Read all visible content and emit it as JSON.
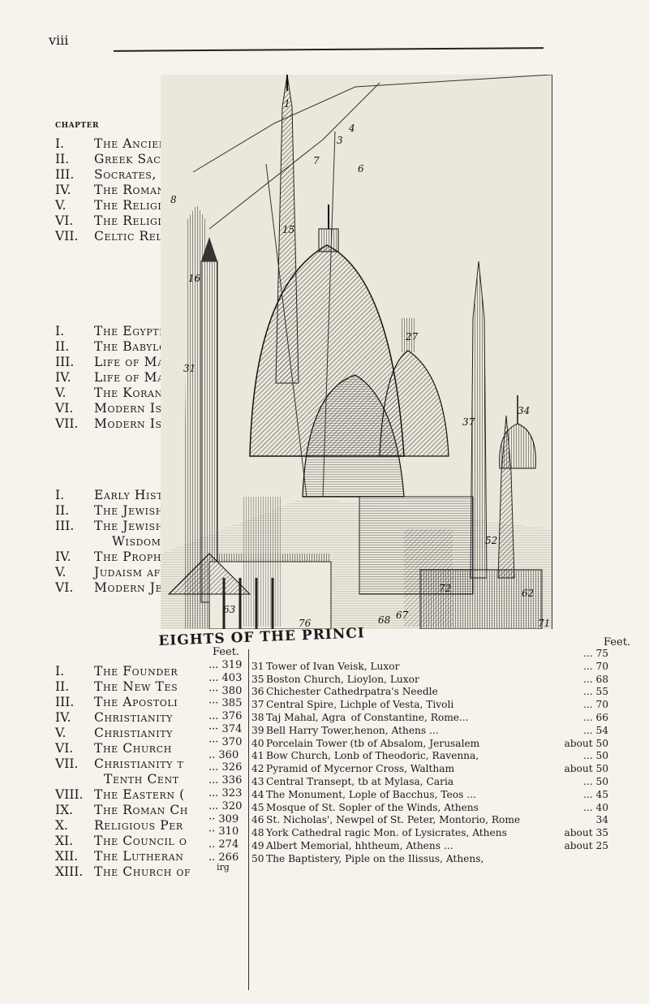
{
  "page": {
    "number": "viii"
  },
  "toc": {
    "chapter_heading": "CHAPTER",
    "groups": [
      {
        "items": [
          {
            "num": "I.",
            "title": "The Ancien"
          },
          {
            "num": "II.",
            "title": "Greek Sacr"
          },
          {
            "num": "III.",
            "title": "Socrates, F"
          },
          {
            "num": "IV.",
            "title": "The Roman"
          },
          {
            "num": "V.",
            "title": "The Religi"
          },
          {
            "num": "VI.",
            "title": "The Religi"
          },
          {
            "num": "VII.",
            "title": "Celtic Reli"
          }
        ]
      },
      {
        "items": [
          {
            "num": "I.",
            "title": "The Egypti"
          },
          {
            "num": "II.",
            "title": "The Babylo"
          },
          {
            "num": "III.",
            "title": "Life of Ma"
          },
          {
            "num": "IV.",
            "title": "Life of Ma"
          },
          {
            "num": "V.",
            "title": "The Koran"
          },
          {
            "num": "VI.",
            "title": "Modern Isla"
          },
          {
            "num": "VII.",
            "title": "Modern Isla"
          }
        ]
      },
      {
        "items": [
          {
            "num": "I.",
            "title": "Early Histo"
          },
          {
            "num": "II.",
            "title": "The Jewish"
          },
          {
            "num": "III.",
            "title": "The Jewish"
          },
          {
            "num": "",
            "title": "Wisdom ."
          },
          {
            "num": "IV.",
            "title": "The Prophet"
          },
          {
            "num": "V.",
            "title": "Judaism afte"
          },
          {
            "num": "VI.",
            "title": "Modern Jewi"
          }
        ]
      },
      {
        "items": [
          {
            "num": "I.",
            "title": "The Founder"
          },
          {
            "num": "II.",
            "title": "The New Tes"
          },
          {
            "num": "III.",
            "title": "The Apostoli"
          },
          {
            "num": "IV.",
            "title": "Christianity"
          },
          {
            "num": "V.",
            "title": "Christianity"
          },
          {
            "num": "VI.",
            "title": "The Church"
          },
          {
            "num": "VII.",
            "title": "Christianity t"
          },
          {
            "num": "",
            "title": "Tenth Cent"
          },
          {
            "num": "VIII.",
            "title": "The Eastern ("
          },
          {
            "num": "IX.",
            "title": "The Roman Ch"
          },
          {
            "num": "X.",
            "title": "Religious Per"
          },
          {
            "num": "XI.",
            "title": "The Council o"
          },
          {
            "num": "XII.",
            "title": "The Lutheran"
          },
          {
            "num": "XIII.",
            "title": "The Church of"
          }
        ]
      }
    ]
  },
  "plate": {
    "title": "EIGHTS OF THE PRINCI",
    "labels": [
      "1",
      "3",
      "4",
      "6",
      "7",
      "8",
      "15",
      "16",
      "27",
      "31",
      "37",
      "34",
      "52",
      "62",
      "63",
      "67",
      "68",
      "71",
      "72",
      "76"
    ],
    "feet_heading": "Feet.",
    "left_values": [
      "319",
      "403",
      "380",
      "385",
      "376",
      "374",
      "370",
      "360",
      "326",
      "336",
      "323",
      "320",
      "309",
      "310",
      "274",
      "266"
    ],
    "irg": "irg",
    "captions": [
      {
        "num": "",
        "text": "",
        "val": "75"
      },
      {
        "num": "31",
        "text": "Tower of Ivan Veisk, Luxor",
        "val": "70"
      },
      {
        "num": "35",
        "text": "Boston Church, Lioylon, Luxor",
        "val": "68"
      },
      {
        "num": "36",
        "text": "Chichester Cathedrpatra's Needle",
        "val": "55"
      },
      {
        "num": "37",
        "text": "Central Spire, Lichple of Vesta, Tivoli",
        "val": "70"
      },
      {
        "num": "38",
        "text": "Taj Mahal, Agra  of Constantine, Rome...",
        "val": "66"
      },
      {
        "num": "39",
        "text": "Bell Harry Tower,henon, Athens ...",
        "val": "54"
      },
      {
        "num": "40",
        "text": "Porcelain Tower (tb of Absalom, Jerusalem",
        "val": "about 50"
      },
      {
        "num": "41",
        "text": "Bow Church, Lonb of Theodoric, Ravenna,",
        "val": "50"
      },
      {
        "num": "42",
        "text": "Pyramid of Mycernor Cross, Waltham",
        "val": "about 50"
      },
      {
        "num": "43",
        "text": "Central Transept, tb at Mylasa, Caria",
        "val": "50"
      },
      {
        "num": "44",
        "text": "The Monument, Lople of Bacchus, Teos ...",
        "val": "45"
      },
      {
        "num": "45",
        "text": "Mosque of St. Sopler of the Winds, Athens",
        "val": "40"
      },
      {
        "num": "46",
        "text": "St. Nicholas', Newpel of St. Peter, Montorio, Rome",
        "val": "34"
      },
      {
        "num": "48",
        "text": "York Cathedral ragic Mon. of Lysicrates, Athens",
        "val": "about 35"
      },
      {
        "num": "49",
        "text": "Albert Memorial, hhtheum, Athens ...",
        "val": "about 25"
      },
      {
        "num": "50",
        "text": "The Baptistery, Piple on the Ilissus, Athens,",
        "val": ""
      }
    ]
  }
}
